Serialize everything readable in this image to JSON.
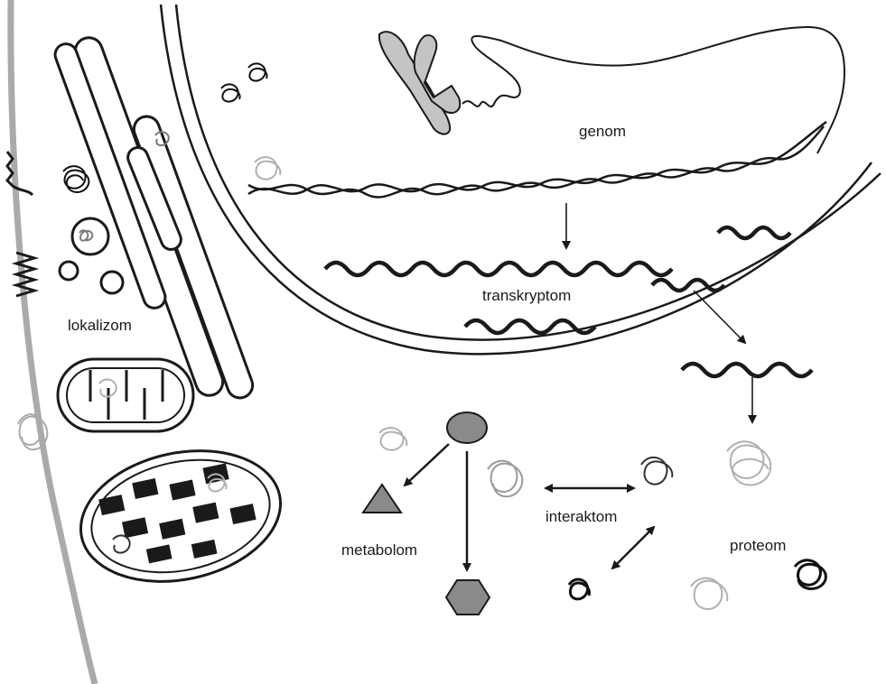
{
  "labels": {
    "genome": "genom",
    "transcriptome": "transkryptom",
    "localizome": "lokalizom",
    "metabolome": "metabolom",
    "interactome": "interaktom",
    "proteome": "proteom"
  },
  "colors": {
    "ink": "#1a1a1a",
    "membrane_gray": "#aaaaaa",
    "light_protein": "#b0b0b0",
    "mid_protein": "#7a7a7a",
    "dark_protein": "#111111",
    "shape_fill": "#8a8a8a"
  },
  "icons": [
    "chromosome-icon",
    "dna-helix-icon",
    "mrna-icon",
    "protein-coil-icon",
    "metabolite-ellipse-icon",
    "metabolite-triangle-icon",
    "metabolite-hexagon-icon",
    "mitochondrion-icon",
    "chloroplast-icon",
    "vesicle-icon",
    "endoplasmic-reticulum-icon"
  ]
}
